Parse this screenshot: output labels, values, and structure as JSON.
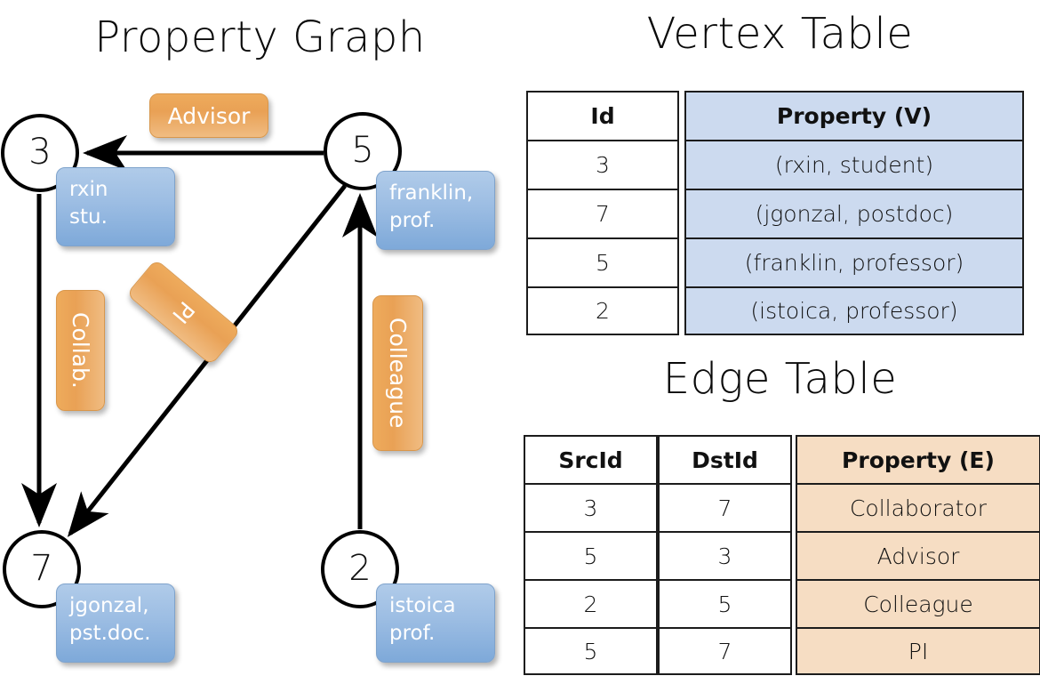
{
  "titles": {
    "property_graph": "Property Graph",
    "vertex_table": "Vertex Table",
    "edge_table": "Edge Table"
  },
  "colors": {
    "vertex_header_fill": "#ccdaef",
    "edge_header_fill": "#f6ddc3",
    "property_box_fill": "#9cbde3",
    "edge_label_fill": "#e9a155",
    "stroke": "#000000"
  },
  "graph": {
    "nodes": [
      {
        "id": "3",
        "property_lines": [
          "rxin",
          "stu."
        ]
      },
      {
        "id": "5",
        "property_lines": [
          "franklin,",
          "prof."
        ]
      },
      {
        "id": "7",
        "property_lines": [
          "jgonzal,",
          "pst.doc."
        ]
      },
      {
        "id": "2",
        "property_lines": [
          "istoica",
          "prof."
        ]
      }
    ],
    "edge_labels": [
      {
        "text": "Advisor",
        "orientation": "horizontal"
      },
      {
        "text": "Collab.",
        "orientation": "vertical"
      },
      {
        "text": "PI",
        "orientation": "diagonal"
      },
      {
        "text": "Colleague",
        "orientation": "vertical"
      }
    ],
    "edges": [
      {
        "src": "5",
        "dst": "3",
        "label": "Advisor"
      },
      {
        "src": "3",
        "dst": "7",
        "label": "Collab."
      },
      {
        "src": "5",
        "dst": "7",
        "label": "PI"
      },
      {
        "src": "2",
        "dst": "5",
        "label": "Colleague"
      }
    ]
  },
  "vertex_table": {
    "columns": [
      "Id",
      "Property (V)"
    ],
    "rows": [
      {
        "id": "3",
        "property": "(rxin, student)"
      },
      {
        "id": "7",
        "property": "(jgonzal, postdoc)"
      },
      {
        "id": "5",
        "property": "(franklin, professor)"
      },
      {
        "id": "2",
        "property": "(istoica, professor)"
      }
    ]
  },
  "edge_table": {
    "columns": [
      "SrcId",
      "DstId",
      "Property (E)"
    ],
    "rows": [
      {
        "src": "3",
        "dst": "7",
        "property": "Collaborator"
      },
      {
        "src": "5",
        "dst": "3",
        "property": "Advisor"
      },
      {
        "src": "2",
        "dst": "5",
        "property": "Colleague"
      },
      {
        "src": "5",
        "dst": "7",
        "property": "PI"
      }
    ]
  }
}
